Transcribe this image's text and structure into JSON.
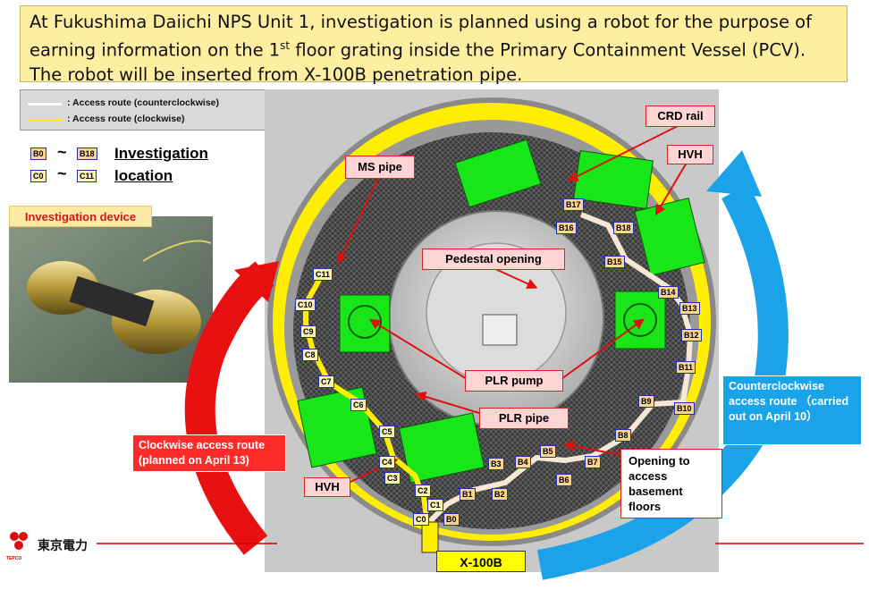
{
  "headline": {
    "part1": "At Fukushima Daiichi NPS Unit 1, investigation is planned using a robot for the purpose of earning information on the 1",
    "sup": "st",
    "part2": " floor grating inside the Primary Containment Vessel (PCV). The robot will be inserted from X-100B penetration pipe."
  },
  "legend": {
    "ccw": ": Access route (counterclockwise)",
    "cw": ": Access route (clockwise)"
  },
  "inv_key": {
    "b_start": "B0",
    "b_end": "B18",
    "c_start": "C0",
    "c_end": "C11",
    "tilde": "~",
    "word1": "Investigation",
    "word2": "location"
  },
  "investigation_device": "Investigation device",
  "callouts": {
    "crd_rail": "CRD rail",
    "hvh_top": "HVH",
    "ms_pipe": "MS pipe",
    "pedestal_opening": "Pedestal opening",
    "plr_pump": "PLR pump",
    "plr_pipe": "PLR pipe",
    "hvh_bottom": "HVH",
    "opening_basement": "Opening to access basement floors"
  },
  "routes": {
    "clockwise": "Clockwise access route (planned on April 13)",
    "counterclockwise": "Counterclockwise access route （carried out on April 10）"
  },
  "x100b": "X-100B",
  "logo": "東京電力",
  "logo_sub": "TEPCO",
  "b_tags": [
    "B0",
    "B1",
    "B2",
    "B3",
    "B4",
    "B5",
    "B6",
    "B7",
    "B8",
    "B9",
    "B10",
    "B11",
    "B12",
    "B13",
    "B14",
    "B15",
    "B16",
    "B17",
    "B18"
  ],
  "c_tags": [
    "C0",
    "C1",
    "C2",
    "C3",
    "C4",
    "C5",
    "C6",
    "C7",
    "C8",
    "C9",
    "C10",
    "C11"
  ],
  "colors": {
    "headline_bg": "#fdeea0",
    "route_cw": "#ff2b2b",
    "route_ccw": "#1aa3e8",
    "equipment": "#19e619",
    "vessel_ring": "#ffee00"
  }
}
